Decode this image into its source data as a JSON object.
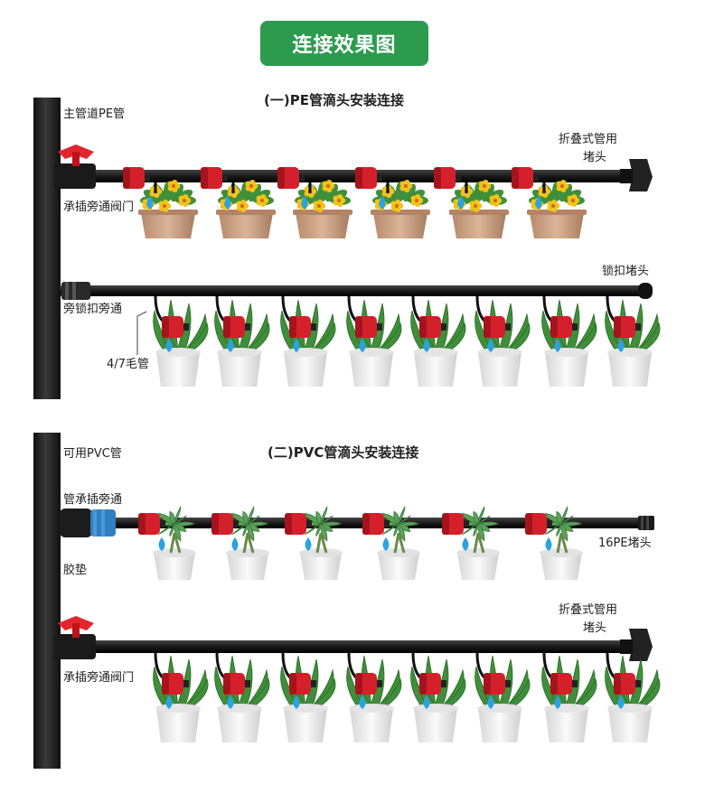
{
  "header": {
    "title": "连接效果图"
  },
  "section1": {
    "title": "(一)PE管滴头安装连接",
    "labels": {
      "main_pipe": "主管道PE管",
      "end_cap_line1": "折叠式管用",
      "end_cap_line2": "堵头",
      "bypass_valve": "承插旁通阀门",
      "lock_end_cap": "锁扣堵头",
      "lock_bypass": "旁锁扣旁通",
      "capillary": "4/7毛管"
    }
  },
  "section2": {
    "title": "(二)PVC管滴头安装连接",
    "labels": {
      "pvc_pipe": "可用PVC管",
      "socket_bypass": "管承插旁通",
      "gasket": "胶垫",
      "pe16_end_cap": "16PE堵头",
      "end_cap_line1": "折叠式管用",
      "end_cap_line2": "堵头",
      "bypass_valve": "承插旁通阀门"
    }
  },
  "colors": {
    "title_green": "#2c9b4e",
    "pipe_black": "#1c1c1c",
    "dripper_red": "#d3202a",
    "water_blue": "#2aa3e0",
    "pot_terracotta": "#c69a7d",
    "pot_white": "#eeeeee",
    "leaf_green": "#3f8f3a",
    "flower_yellow": "#f2c21b",
    "pvc_connector_blue": "#2f7fc1"
  },
  "icons": [
    "flower-pot-icon",
    "succulent-pot-icon",
    "snake-plant-pot-icon",
    "dripper-icon",
    "water-drop-icon",
    "valve-icon",
    "end-cap-icon"
  ]
}
